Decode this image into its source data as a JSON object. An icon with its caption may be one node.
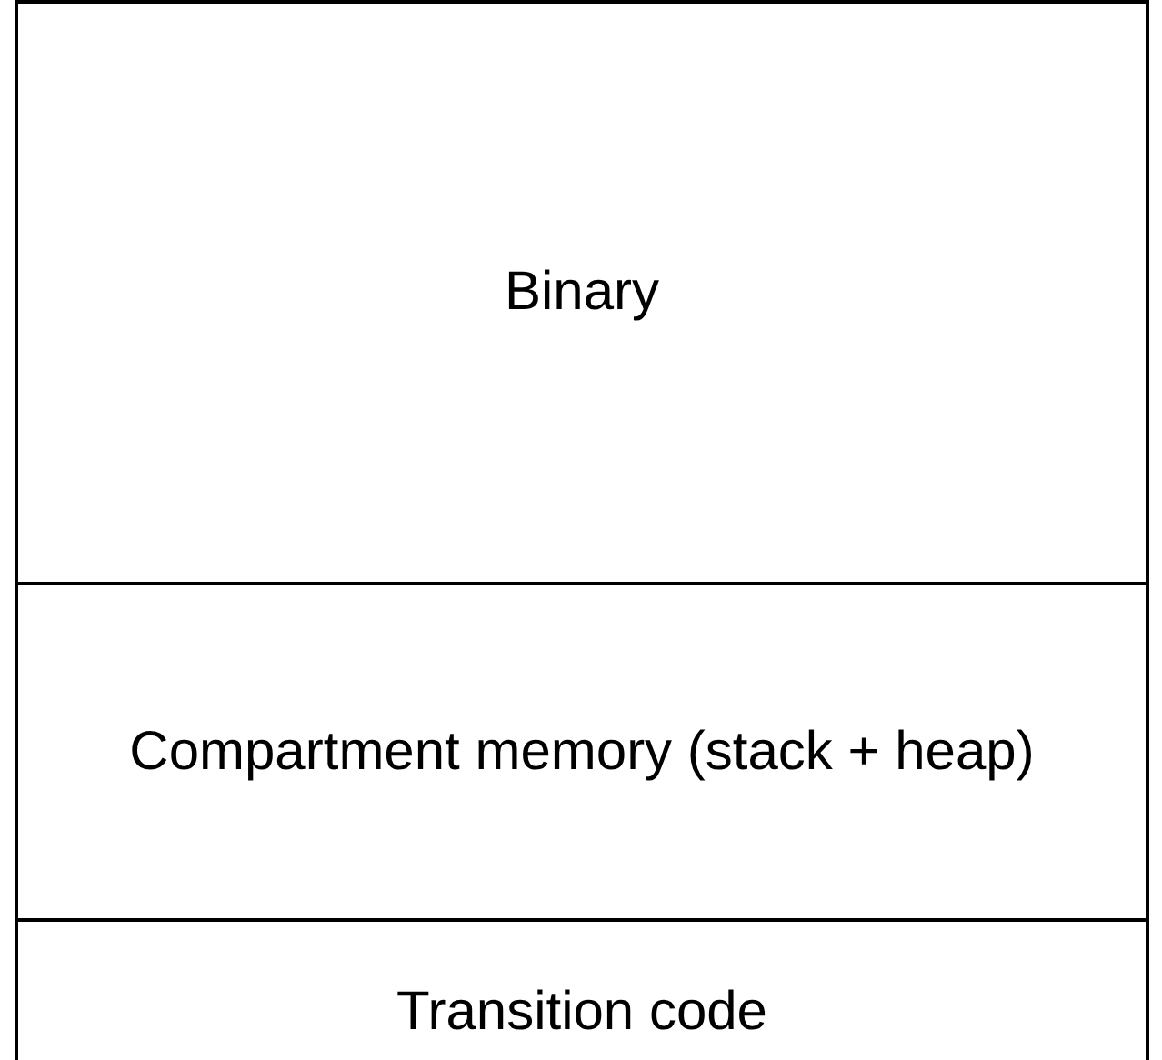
{
  "diagram": {
    "nodes": [
      {
        "text": [
          "Binary"
        ]
      },
      {
        "text": [
          "Compartment memory (stack + heap)"
        ]
      },
      {
        "text": [
          "Transition code"
        ]
      }
    ]
  }
}
